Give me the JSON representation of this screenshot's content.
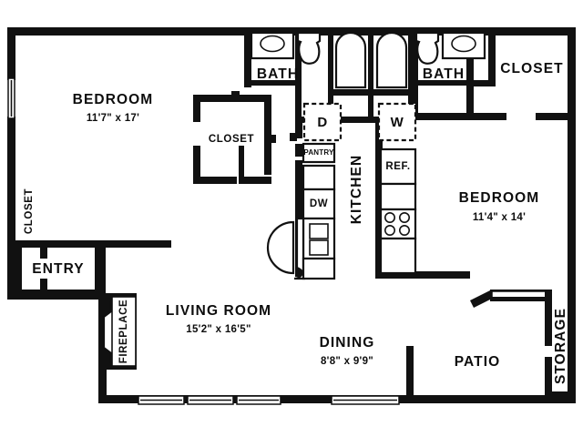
{
  "document": {
    "type": "apartment-floor-plan",
    "background_color": "#ffffff",
    "line_color": "#111111"
  },
  "rooms": [
    {
      "id": "bedroom-left",
      "name": "BEDROOM",
      "dimensions": "11'7\" x 17'"
    },
    {
      "id": "bedroom-right",
      "name": "BEDROOM",
      "dimensions": "11'4\" x 14'"
    },
    {
      "id": "living-room",
      "name": "LIVING ROOM",
      "dimensions": "15'2\" x 16'5\""
    },
    {
      "id": "dining",
      "name": "DINING",
      "dimensions": "8'8\" x 9'9\""
    },
    {
      "id": "kitchen",
      "name": "KITCHEN",
      "dimensions": ""
    },
    {
      "id": "bath-left",
      "name": "BATH",
      "dimensions": ""
    },
    {
      "id": "bath-right",
      "name": "BATH",
      "dimensions": ""
    },
    {
      "id": "entry",
      "name": "ENTRY",
      "dimensions": ""
    },
    {
      "id": "patio",
      "name": "PATIO",
      "dimensions": ""
    },
    {
      "id": "storage",
      "name": "STORAGE",
      "dimensions": ""
    }
  ],
  "labels": {
    "bedroom_left_name": "BEDROOM",
    "bedroom_left_dim": "11'7\" x 17'",
    "bedroom_right_name": "BEDROOM",
    "bedroom_right_dim": "11'4\" x 14'",
    "living_room_name": "LIVING ROOM",
    "living_room_dim": "15'2\" x 16'5\"",
    "dining_name": "DINING",
    "dining_dim": "8'8\" x 9'9\"",
    "kitchen_name": "KITCHEN",
    "bath_left_name": "BATH",
    "bath_right_name": "BATH",
    "entry_name": "ENTRY",
    "patio_name": "PATIO",
    "storage_name": "STORAGE",
    "fireplace_name": "FIREPLACE",
    "closet_left_name": "CLOSET",
    "closet_center_name": "CLOSET",
    "closet_right_name": "CLOSET"
  },
  "closets": [
    {
      "id": "closet-left",
      "label": "CLOSET",
      "orientation": "vertical"
    },
    {
      "id": "closet-center",
      "label": "CLOSET",
      "orientation": "horizontal"
    },
    {
      "id": "closet-right",
      "label": "CLOSET",
      "orientation": "horizontal"
    }
  ],
  "appliances": [
    {
      "id": "dryer",
      "label": "D",
      "style": "dashed-square"
    },
    {
      "id": "washer",
      "label": "W",
      "style": "dashed-square"
    },
    {
      "id": "pantry",
      "label": "PANTRY",
      "style": "solid-box"
    },
    {
      "id": "dishwasher",
      "label": "DW",
      "style": "solid-box"
    },
    {
      "id": "refrigerator",
      "label": "REF.",
      "style": "solid-box"
    },
    {
      "id": "range",
      "label": "",
      "style": "four-burner-cooktop"
    },
    {
      "id": "sink",
      "label": "",
      "style": "double-basin-sink"
    }
  ],
  "fixtures": [
    {
      "id": "bath-left-sink",
      "type": "oval-sink-in-vanity"
    },
    {
      "id": "bath-left-toilet",
      "type": "toilet"
    },
    {
      "id": "tub-left",
      "type": "tub-shower"
    },
    {
      "id": "tub-right",
      "type": "tub-shower"
    },
    {
      "id": "bath-right-toilet",
      "type": "toilet"
    },
    {
      "id": "bath-right-sink",
      "type": "oval-sink-in-vanity"
    },
    {
      "id": "fireplace",
      "type": "fireplace-hearth"
    }
  ],
  "openings": {
    "windows": [
      {
        "id": "window-bedroom-left",
        "orientation": "vertical"
      },
      {
        "id": "window-living-1",
        "orientation": "horizontal"
      },
      {
        "id": "window-living-2",
        "orientation": "horizontal"
      },
      {
        "id": "window-living-3",
        "orientation": "horizontal"
      },
      {
        "id": "window-dining",
        "orientation": "horizontal"
      },
      {
        "id": "window-patio",
        "orientation": "horizontal"
      }
    ],
    "doors": [
      {
        "id": "patio-sliding-door",
        "type": "sliding-angled"
      }
    ]
  }
}
